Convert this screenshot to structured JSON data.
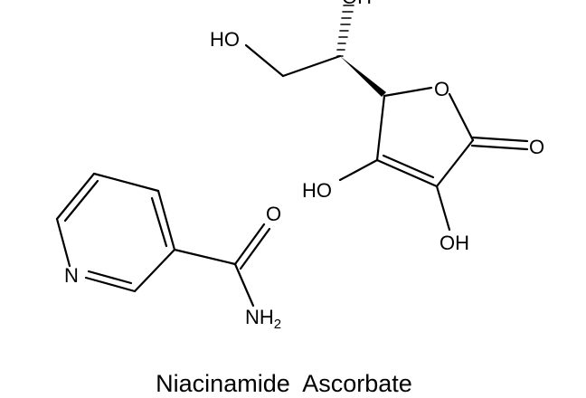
{
  "labels": {
    "ho_top": "HO",
    "oh_top": "OH",
    "ring_o": "O",
    "carbonyl_o": "O",
    "ho_enol": "HO",
    "oh_enol": "OH",
    "amide_o": "O",
    "pyridine_n": "N",
    "nh2": "NH",
    "nh2_sub": "2"
  },
  "caption": "Niacinamide  Ascorbate"
}
